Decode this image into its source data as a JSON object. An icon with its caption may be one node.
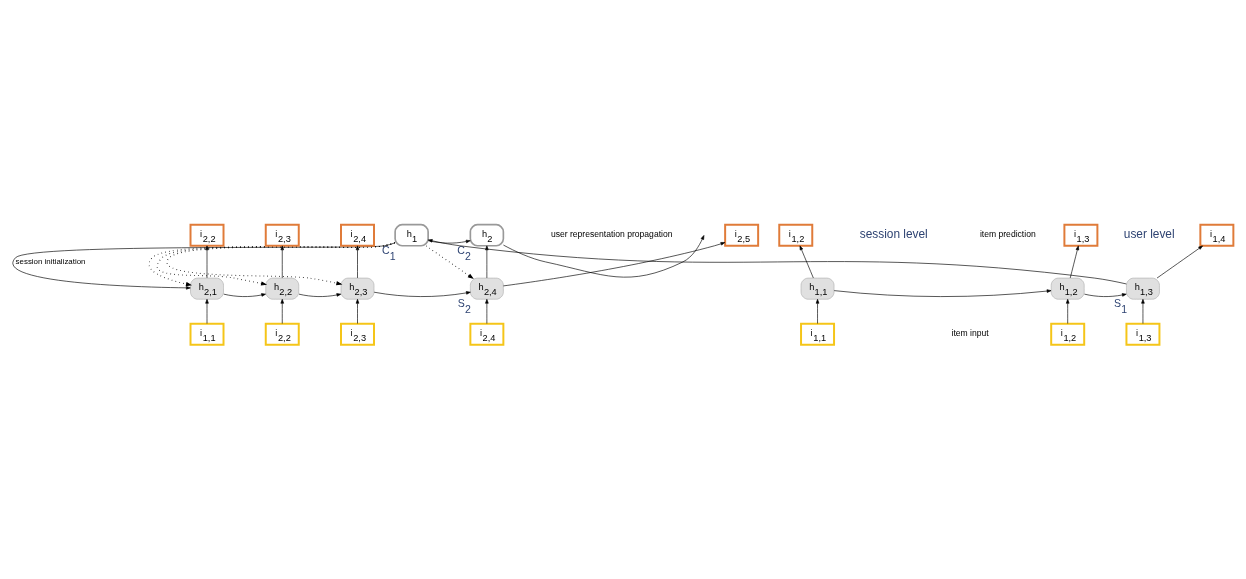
{
  "diagram": {
    "nodes": [
      {
        "text": [
          "h$_{1}$"
        ],
        "beside": [
          "C$_{1}$"
        ]
      },
      {
        "text": [
          "h$_{2}$"
        ],
        "beside": [
          "C$_{2}$"
        ]
      },
      {
        "text": [
          "h$_{1,1}$"
        ]
      },
      {
        "text": [
          "h$_{1,2}$"
        ]
      },
      {
        "text": [
          "h$_{1,3}$"
        ],
        "beside": [
          "S$_{1}$"
        ]
      },
      {
        "text": [
          "h$_{2,1}$"
        ]
      },
      {
        "text": [
          "h$_{2,2}$"
        ]
      },
      {
        "text": [
          "h$_{2,3}$"
        ]
      },
      {
        "text": [
          "h$_{2,4}$"
        ],
        "beside": [
          "S$_{2}$"
        ]
      },
      {
        "text": [
          "i$_{1,2}$"
        ]
      },
      {
        "text": [
          "i$_{1,3}$"
        ]
      },
      {
        "text": [
          "i$_{1,4}$"
        ]
      },
      {
        "text": [
          "i$_{2,2}$"
        ]
      },
      {
        "text": [
          "i$_{2,3}$"
        ]
      },
      {
        "text": [
          "i$_{2,4}$"
        ]
      },
      {
        "text": [
          "i$_{2,5}$"
        ]
      },
      {
        "text": [
          "i$_{1,1}$"
        ]
      },
      {
        "text": [
          "i$_{1,2}$"
        ]
      },
      {
        "text": [
          "i$_{1,3}$"
        ]
      },
      {
        "text": [
          "i$_{1,1}$"
        ]
      },
      {
        "text": [
          "i$_{2,2}$"
        ]
      },
      {
        "text": [
          "i$_{2,3}$"
        ]
      },
      {
        "text": [
          "i$_{2,4}$"
        ]
      }
    ],
    "edges": [
      {
        "from": 16,
        "to": 2,
        "arrow": "to"
      },
      {
        "from": 17,
        "to": 3,
        "arrow": "to"
      },
      {
        "from": 18,
        "to": 4,
        "arrow": "to"
      },
      {
        "from": 19,
        "to": 5,
        "arrow": "to"
      },
      {
        "from": 20,
        "to": 6,
        "arrow": "to"
      },
      {
        "from": 21,
        "to": 7,
        "arrow": "to"
      },
      {
        "from": 22,
        "to": 8,
        "arrow": "to"
      },
      {
        "from": 2,
        "to": 9,
        "arrow": "to"
      },
      {
        "from": 3,
        "to": 10,
        "arrow": "to"
      },
      {
        "from": 4,
        "to": 11,
        "arrow": "to"
      },
      {
        "from": 5,
        "to": 12,
        "arrow": "to"
      },
      {
        "from": 6,
        "to": 13,
        "arrow": "to"
      },
      {
        "from": 7,
        "to": 14,
        "arrow": "to"
      },
      {
        "from": 8,
        "to": 15,
        "arrow": "to"
      },
      {
        "from": 2,
        "to": 3,
        "arrow": "to"
      },
      {
        "from": 3,
        "to": 4,
        "arrow": "to"
      },
      {
        "from": 5,
        "to": 6,
        "arrow": "to"
      },
      {
        "from": 6,
        "to": 7,
        "arrow": "to"
      },
      {
        "from": 7,
        "to": 8,
        "arrow": "to"
      },
      {
        "from": 4,
        "to": 0,
        "arrow": "to"
      },
      {
        "from": 8,
        "to": 1,
        "arrow": "to"
      },
      {
        "from": 0,
        "to": 1,
        "arrow": "to"
      },
      {
        "from": 1,
        "to": null,
        "arrow": "to"
      },
      {
        "from": 0,
        "to": 5,
        "arrow": "to",
        "label": "session initialization"
      },
      {
        "from": 0,
        "to": 5,
        "arrow": "to",
        "style": "dashed"
      },
      {
        "from": 0,
        "to": 6,
        "arrow": "to",
        "style": "dashed"
      },
      {
        "from": 0,
        "to": 7,
        "arrow": "to",
        "style": "dashed"
      },
      {
        "from": 0,
        "to": 8,
        "arrow": "to",
        "style": "dashed"
      }
    ],
    "labels": [
      "user level",
      "session level",
      "item prediction",
      "item input",
      "user representation propagation"
    ]
  }
}
